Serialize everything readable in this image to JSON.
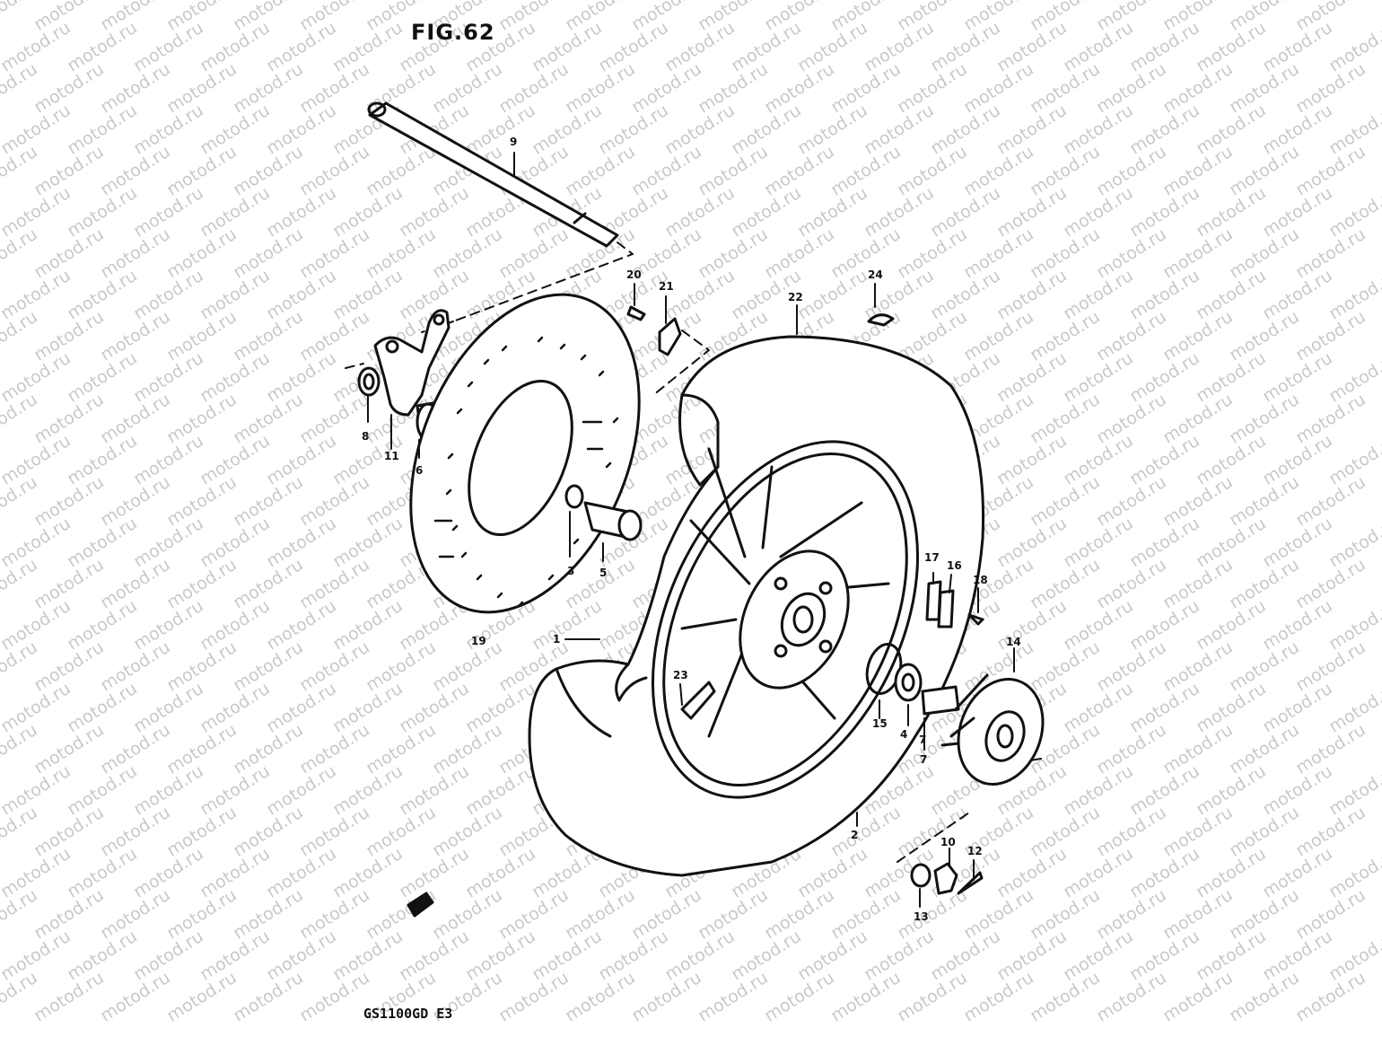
{
  "figure": {
    "title": "FIG.62",
    "model_code": "GS1100GD E3"
  },
  "watermark": {
    "text": "motod.ru",
    "color": "#c9c9c9"
  },
  "diagram": {
    "line_color": "#111111",
    "part_labels": [
      "1",
      "2",
      "3",
      "4",
      "5",
      "6",
      "7",
      "7",
      "8",
      "9",
      "10",
      "11",
      "12",
      "13",
      "14",
      "15",
      "16",
      "17",
      "18",
      "19",
      "20",
      "21",
      "22",
      "23",
      "24"
    ]
  }
}
